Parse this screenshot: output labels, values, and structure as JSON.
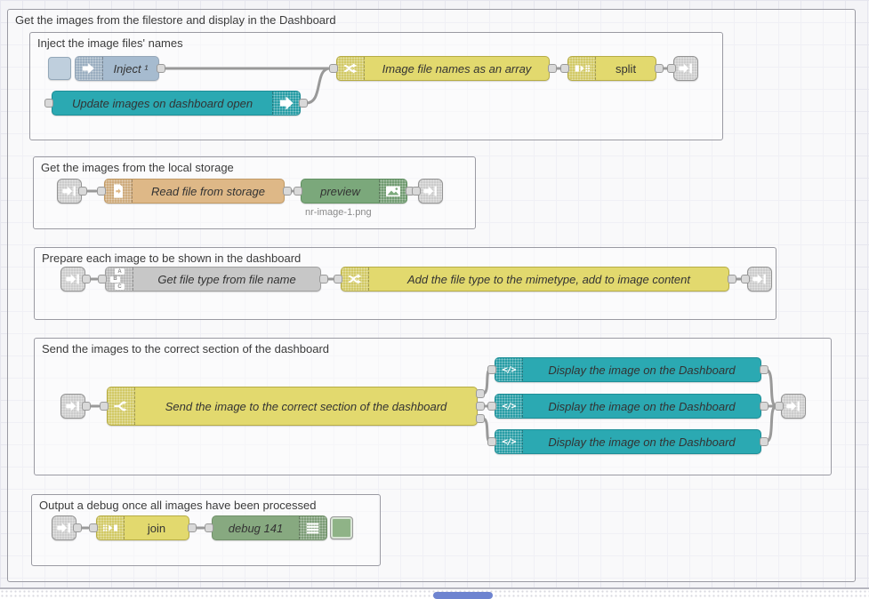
{
  "outer_title": "Get the images from the filestore and display in the Dashboard",
  "g1": {
    "title": "Inject the image files' names",
    "inject": "Inject ¹",
    "update": "Update images on dashboard open",
    "fn": "Image file names as an array",
    "split": "split"
  },
  "g2": {
    "title": "Get the images from the local storage",
    "read": "Read file from storage",
    "preview": "preview",
    "status": "nr-image-1.png"
  },
  "g3": {
    "title": "Prepare each image to be shown in the dashboard",
    "gettype": "Get file type from file name",
    "fn": "Add the file type to the mimetype, add to image content"
  },
  "g4": {
    "title": "Send the images to the correct section of the dashboard",
    "switch": "Send the image to the correct section of the dashboard",
    "display1": "Display the image on the Dashboard",
    "display2": "Display the image on the Dashboard",
    "display3": "Display the image on the Dashboard"
  },
  "g5": {
    "title": "Output a debug once all images have been processed",
    "join": "join",
    "debug": "debug 141"
  },
  "icons": {
    "template_glyph": "</>",
    "abc_a": "A",
    "abc_b": "B",
    "abc_c": "C"
  },
  "colors": {
    "inject_node": "#a6bbcf",
    "dashboard_teal": "#2ba9b2",
    "function_yellow": "#e2d96e",
    "file_tan": "#deb887",
    "preview_green": "#7ba87b",
    "gray_node": "#c7c7c7",
    "debug_green": "#87a980",
    "link_node": "#dcdcdc",
    "wire": "#999999",
    "scrollbar_thumb": "#6e84d0"
  }
}
